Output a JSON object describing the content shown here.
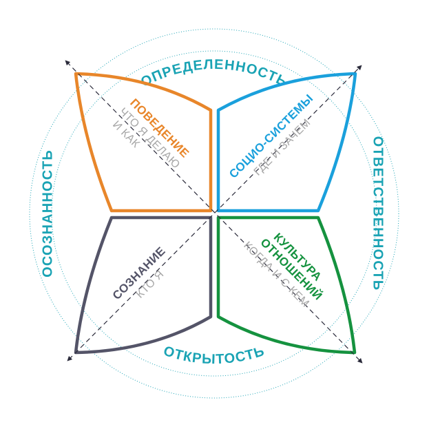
{
  "ring_labels": {
    "top": "ОПРЕДЕЛЕННОСТЬ",
    "right": "ОТВЕТСТВЕННОСТЬ",
    "bottom": "ОТКРЫТОСТЬ",
    "left": "ОСОЗНАННОСТЬ"
  },
  "quadrants": {
    "top_left": {
      "title": "ПОВЕДЕНИЕ",
      "sub_line1": "ЧТО Я ДЕЛАЮ",
      "sub_line2": "И КАК",
      "color": "#e8862a"
    },
    "top_right": {
      "title": "СОЦИО-СИСТЕМЫ",
      "sub_line1": "ГДЕ И ЗАЧЕМ",
      "color": "#1aa0dc"
    },
    "bottom_left": {
      "title": "СОЗНАНИЕ",
      "sub_line1": "КТО Я",
      "color": "#545468"
    },
    "bottom_right": {
      "title_line1": "КУЛЬТУРА",
      "title_line2": "ОТНОШЕНИЙ",
      "sub_line1": "КОГДА И С КЕМ",
      "color": "#15923f"
    }
  },
  "colors": {
    "ring": "#1aa3b4",
    "axis": "#2b2b3b",
    "subtitle": "#a7a7a7"
  }
}
